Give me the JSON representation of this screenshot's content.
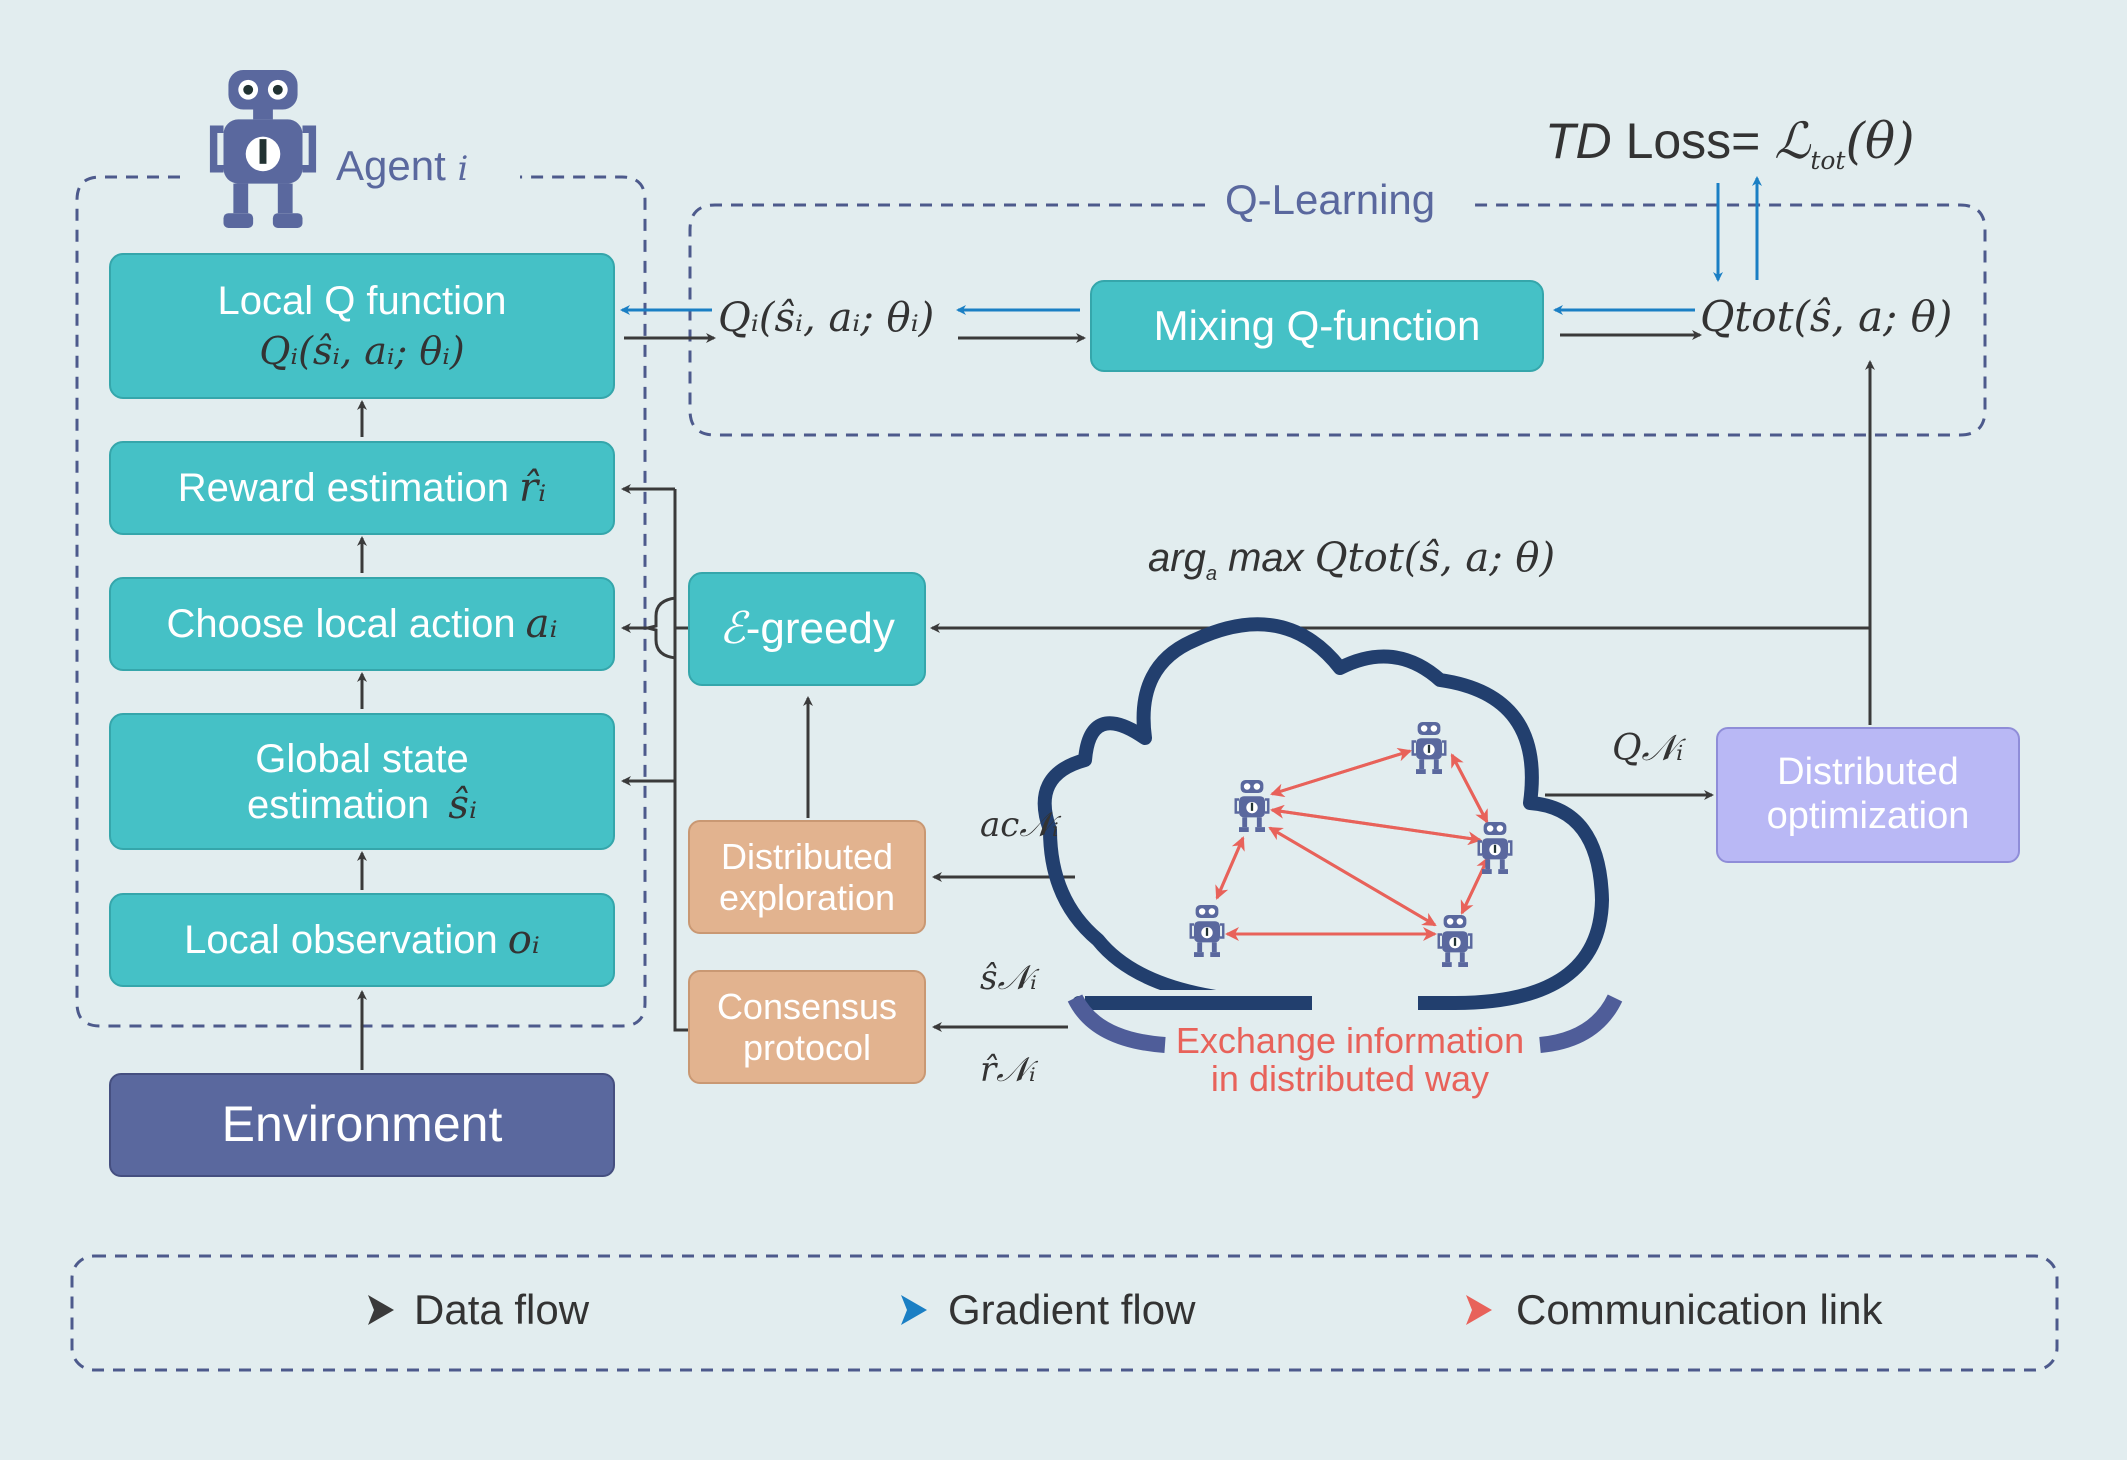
{
  "agent": {
    "title": "Agent",
    "index": "i"
  },
  "qlearning_title": "Q-Learning",
  "td_loss": {
    "prefix": "TD",
    "label": "Loss=",
    "expr": "ℒ",
    "sub": "tot",
    "arg": "(θ)"
  },
  "boxes": {
    "local_q": {
      "line1": "Local Q function",
      "line2": "Qᵢ(ŝᵢ, aᵢ; θᵢ)"
    },
    "reward": {
      "label": "Reward estimation",
      "sym": "r̂ᵢ"
    },
    "choose": {
      "label": "Choose local action",
      "sym": "aᵢ"
    },
    "global": {
      "line1": "Global state",
      "line2": "estimation",
      "sym": "ŝᵢ"
    },
    "local_obs": {
      "label": "Local observation",
      "sym": "oᵢ"
    },
    "environment": "Environment",
    "mixing": "Mixing Q-function",
    "egreedy": {
      "eps": "ℰ",
      "label": "-greedy"
    },
    "dist_exploration": {
      "line1": "Distributed",
      "line2": "exploration"
    },
    "consensus": {
      "line1": "Consensus",
      "line2": "protocol"
    },
    "dist_opt": {
      "line1": "Distributed",
      "line2": "optimization"
    }
  },
  "math_labels": {
    "qi": "Qᵢ(ŝᵢ, aᵢ; θᵢ)",
    "qtot": "Qtot(ŝ, a; θ)",
    "argmax": {
      "prefix": "arg",
      "sub": "a",
      "main": "max",
      "expr": "Qtot(ŝ, a; θ)"
    },
    "qn": "Q𝒩ᵢ",
    "acn": "ac𝒩ᵢ",
    "sn": "ŝ𝒩ᵢ",
    "rn": "r̂𝒩ᵢ"
  },
  "cloud_caption": {
    "line1": "Exchange information",
    "line2": "in distributed way"
  },
  "legend": [
    {
      "label": "Data flow",
      "color": "#3a3a3a"
    },
    {
      "label": "Gradient flow",
      "color": "#1a7fc4"
    },
    {
      "label": "Communication link",
      "color": "#e8625a"
    }
  ],
  "colors": {
    "teal": "#45c1c6",
    "navy": "#5a689e",
    "orange": "#e2b38f",
    "violet": "#b9b8f5",
    "dash": "#4d5a8c",
    "cloud": "#223f6e",
    "red": "#e8625a",
    "blue": "#1a7fc4"
  }
}
